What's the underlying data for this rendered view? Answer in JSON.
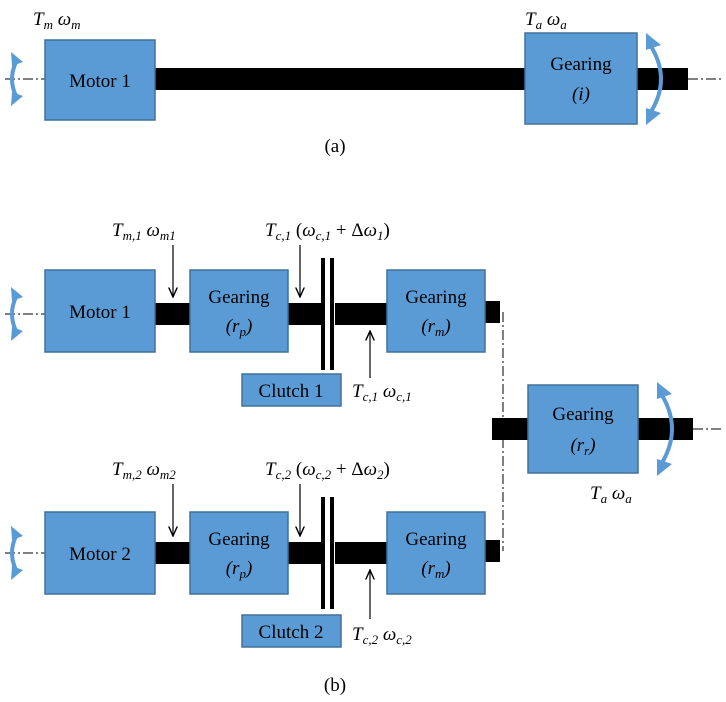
{
  "part_a": {
    "caption": "(a)",
    "motor_label": "Motor 1",
    "gearing_label": "Gearing",
    "gearing_ratio": "(i)",
    "motor_torque_speed": "T_m ω_m",
    "output_torque_speed": "T_a ω_a"
  },
  "part_b": {
    "caption": "(b)",
    "branch1": {
      "motor_label": "Motor 1",
      "primary_gearing_label": "Gearing",
      "primary_gearing_ratio": "(r_p)",
      "clutch_label": "Clutch 1",
      "secondary_gearing_label": "Gearing",
      "secondary_gearing_ratio": "(r_m)",
      "motor_torque_speed": "T_m,1 ω_m1",
      "clutch_input": "T_c,1 (ω_c,1 + Δω_1)",
      "clutch_output": "T_c,1 ω_c,1"
    },
    "branch2": {
      "motor_label": "Motor 2",
      "primary_gearing_label": "Gearing",
      "primary_gearing_ratio": "(r_p)",
      "clutch_label": "Clutch 2",
      "secondary_gearing_label": "Gearing",
      "secondary_gearing_ratio": "(r_m)",
      "motor_torque_speed": "T_m,2 ω_m2",
      "clutch_input": "T_c,2 (ω_c,2 + Δω_2)",
      "clutch_output": "T_c,2 ω_c,2"
    },
    "final_gearing_label": "Gearing",
    "final_gearing_ratio": "(r_r)",
    "output_torque_speed": "T_a ω_a"
  },
  "colors": {
    "block_fill": "#5b9bd5",
    "block_border": "#41719c",
    "rotation_arrow": "#5b9bd5",
    "shaft": "#000000"
  }
}
